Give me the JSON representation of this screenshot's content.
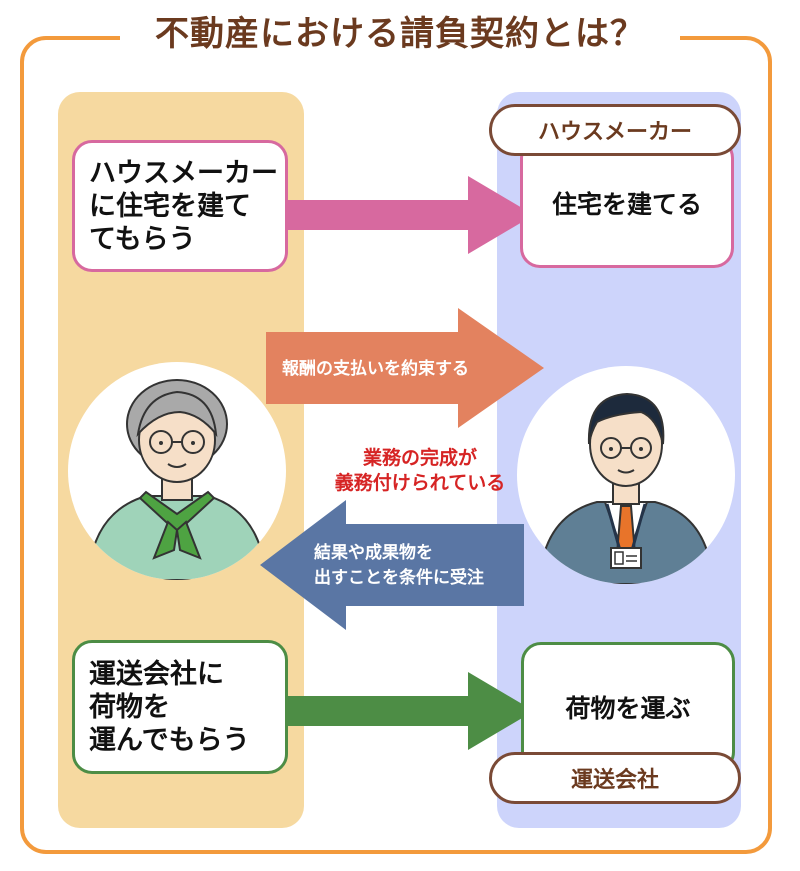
{
  "title": "不動産における請負契約とは？",
  "left_top_box": {
    "lines": [
      "ハウスメーカー",
      "に住宅を建て",
      "てもらう"
    ]
  },
  "right_top_box": {
    "text": "住宅を建てる"
  },
  "right_top_label": "ハウスメーカー",
  "arrow_pay": "報酬の支払いを約束する",
  "obligation": {
    "lines": [
      "業務の完成が",
      "義務付けられている"
    ]
  },
  "arrow_order": {
    "lines": [
      "結果や成果物を",
      "出すことを条件に受注"
    ]
  },
  "left_bottom_box": {
    "lines": [
      "運送会社に",
      "荷物を",
      "運んでもらう"
    ]
  },
  "right_bottom_box": {
    "text": "荷物を運ぶ"
  },
  "right_bottom_label": "運送会社",
  "colors": {
    "frame": "#f39a3c",
    "title": "#6b3a1f",
    "left_column": "#f6d9a0",
    "right_column": "#cdd4fb",
    "pink": "#d7699f",
    "green": "#4d8d45",
    "orange_arrow": "#e3825f",
    "blue_arrow": "#5a76a4",
    "red_text": "#d62424"
  },
  "icons": [
    "client-elderly-woman-icon",
    "contractor-businessman-icon"
  ]
}
